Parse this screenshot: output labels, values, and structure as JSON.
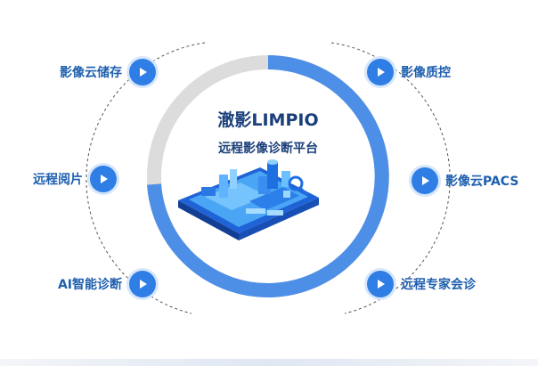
{
  "center": {
    "title": "澈影LIMPIO",
    "subtitle": "远程影像诊断平台"
  },
  "features_left": [
    {
      "label": "影像云储存"
    },
    {
      "label": "远程阅片"
    },
    {
      "label": "AI智能诊断"
    }
  ],
  "features_right": [
    {
      "label": "影像质控"
    },
    {
      "label": "影像云PACS"
    },
    {
      "label": "远程专家会诊"
    }
  ],
  "colors": {
    "accent": "#2f7ee6",
    "ring_blue": "#4d8ee6",
    "ring_grey": "#dcdcdc",
    "text": "#1e5fae"
  },
  "icons": {
    "play": "play-circle-icon",
    "illustration": "medical-device-isometric-illustration"
  }
}
